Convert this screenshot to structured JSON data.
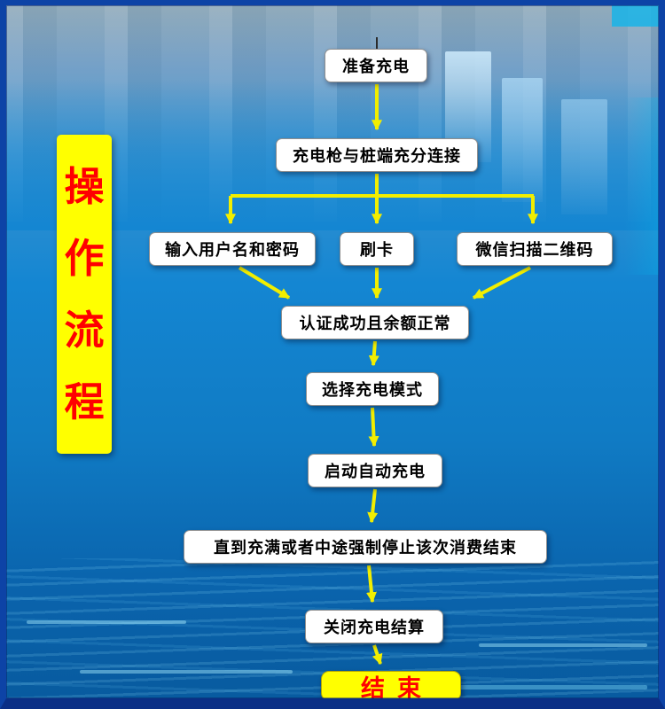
{
  "title_vertical": {
    "label": "操作流程",
    "chars": [
      "操",
      "作",
      "流",
      "程"
    ]
  },
  "flow": {
    "nodes": {
      "prepare": "准备充电",
      "connect": "充电枪与桩端充分连接",
      "login": "输入用户名和密码",
      "swipe": "刷卡",
      "wechat": "微信扫描二维码",
      "auth": "认证成功且余额正常",
      "mode": "选择充电模式",
      "start_auto": "启动自动充电",
      "finish_condition": "直到充满或者中途强制停止该次消费结束",
      "settlement": "关闭充电结算",
      "end": "结束"
    }
  },
  "colors": {
    "arrow": "#f2ee00",
    "label_bg": "#ffff00",
    "label_text": "#ff0000",
    "node_bg": "#ffffff",
    "node_text": "#000000",
    "end_bg": "#ffff00",
    "end_text": "#ff0000",
    "frame": "#0d43a6",
    "background_top": "#8ea7b6",
    "background_mid": "#1486d2",
    "background_bottom": "#0a64ad"
  }
}
